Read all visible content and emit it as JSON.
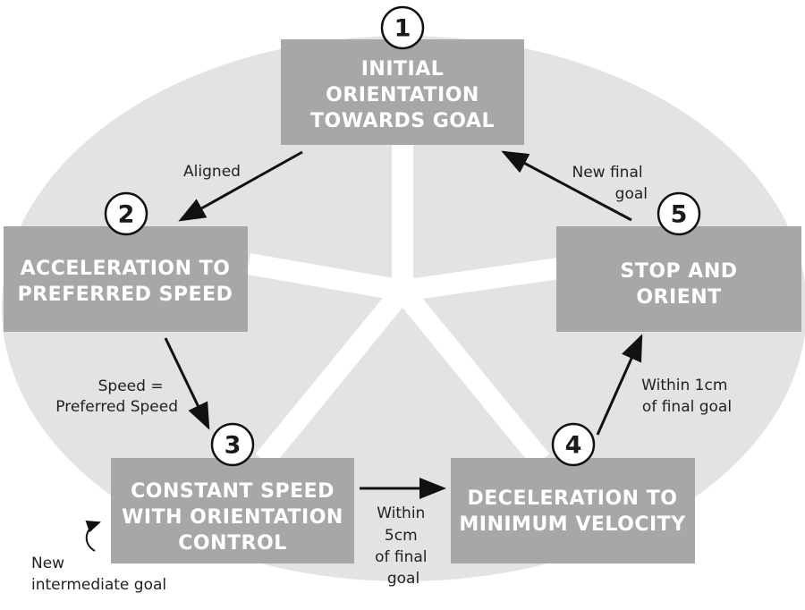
{
  "colors": {
    "background": "#ffffff",
    "ellipse": "#e3e3e3",
    "state_box": "#a7a7a7",
    "state_text": "#ffffff",
    "arrow": "#111111",
    "text": "#222222"
  },
  "states": [
    {
      "number": "1",
      "lines": [
        "INITIAL",
        "ORIENTATION",
        "TOWARDS GOAL"
      ]
    },
    {
      "number": "2",
      "lines": [
        "ACCELERATION TO",
        "PREFERRED SPEED"
      ]
    },
    {
      "number": "3",
      "lines": [
        "CONSTANT SPEED",
        "WITH ORIENTATION",
        "CONTROL"
      ]
    },
    {
      "number": "4",
      "lines": [
        "DECELERATION TO",
        "MINIMUM VELOCITY"
      ]
    },
    {
      "number": "5",
      "lines": [
        "STOP AND",
        "ORIENT"
      ]
    }
  ],
  "transitions": [
    {
      "from": "1",
      "to": "2",
      "lines": [
        "Aligned"
      ]
    },
    {
      "from": "2",
      "to": "3",
      "lines": [
        "Speed =",
        "Preferred Speed"
      ]
    },
    {
      "from": "3",
      "to": "4",
      "lines": [
        "Within",
        "5cm",
        "of final",
        "goal"
      ]
    },
    {
      "from": "4",
      "to": "5",
      "lines": [
        "Within 1cm",
        "of final goal"
      ]
    },
    {
      "from": "5",
      "to": "1",
      "lines": [
        "New final",
        "goal"
      ]
    },
    {
      "from": "3",
      "to": "3",
      "lines": [
        "New",
        "intermediate goal"
      ]
    }
  ]
}
